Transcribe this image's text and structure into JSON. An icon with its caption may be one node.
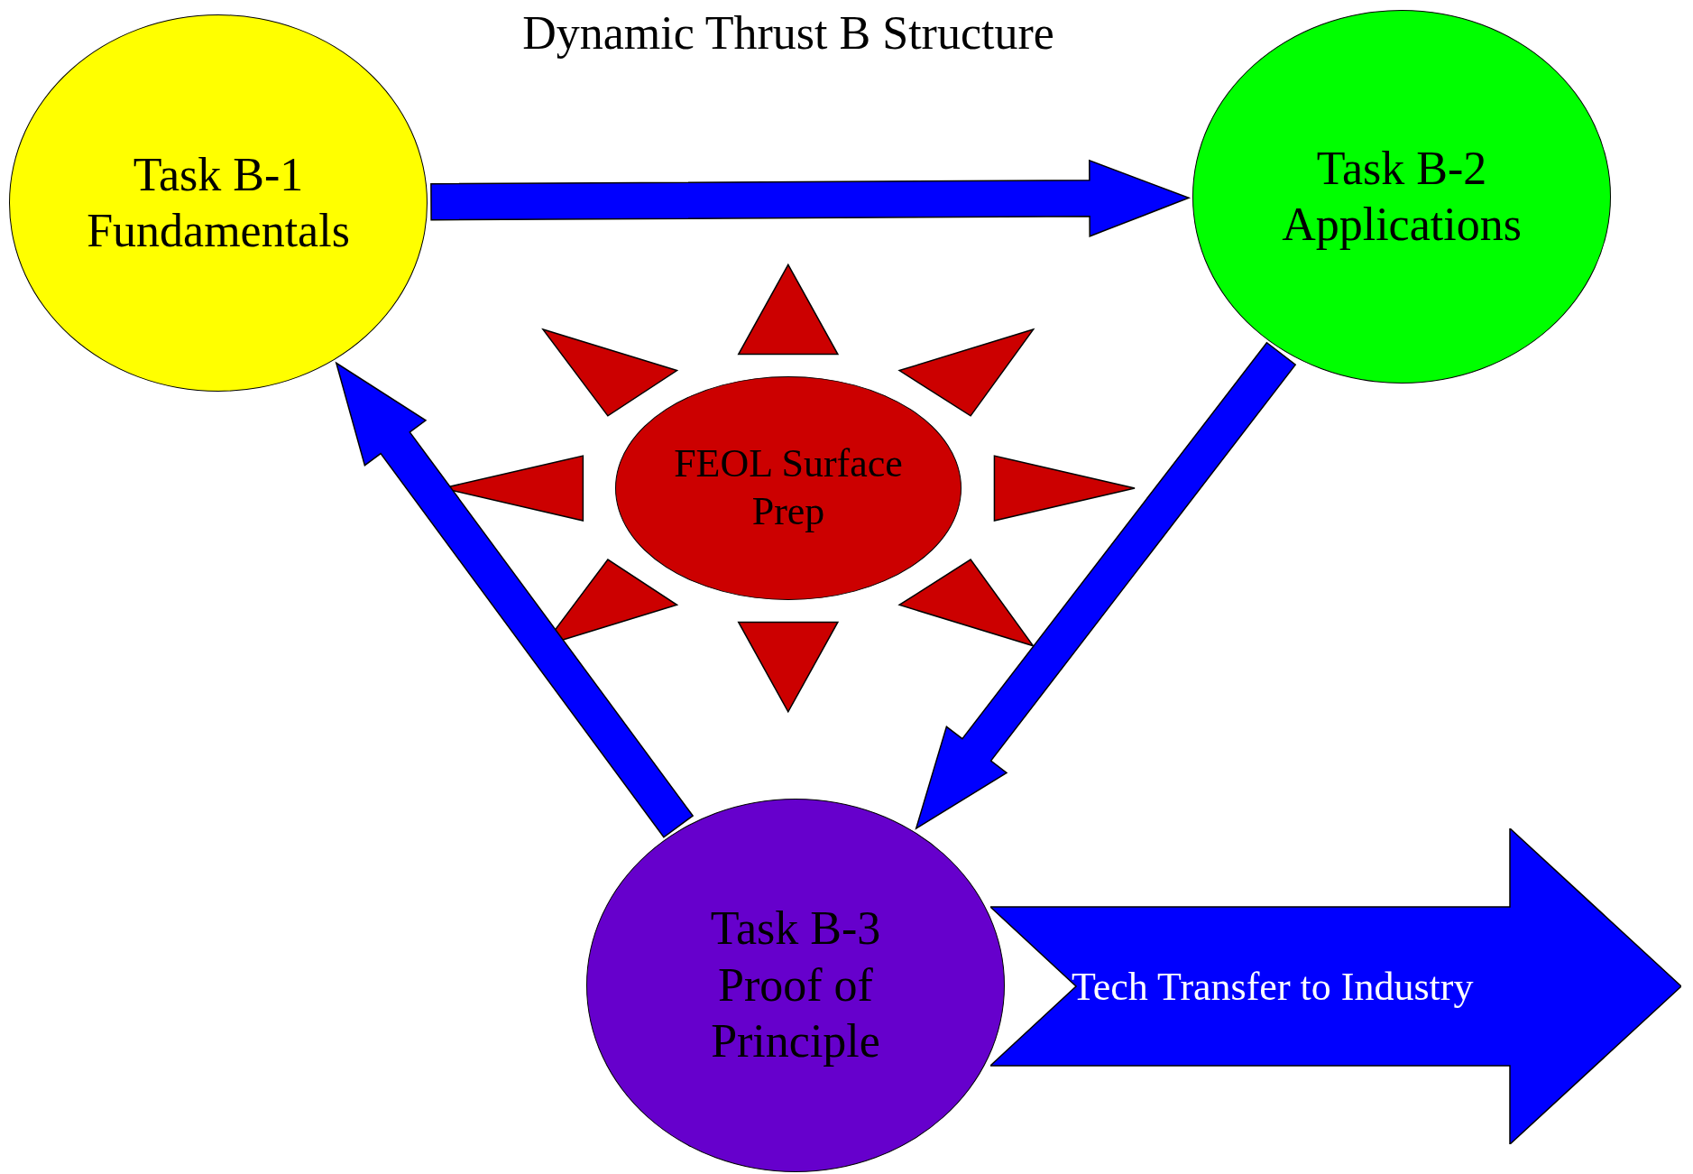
{
  "diagram": {
    "title": "Dynamic Thrust B Structure",
    "nodes": [
      {
        "text": [
          "Task B-1 Fundamentals"
        ]
      },
      {
        "text": [
          "Task B-2 Applications"
        ]
      },
      {
        "text": [
          "FEOL Surface Prep"
        ]
      },
      {
        "text": [
          "Task B-3 Proof of Principle"
        ]
      },
      {
        "text": [
          "Tech Transfer to Industry"
        ]
      }
    ],
    "edges": [
      {
        "from": 0,
        "to": 1,
        "arrow": "to"
      },
      {
        "from": 1,
        "to": 3,
        "arrow": "to"
      },
      {
        "from": 3,
        "to": 0,
        "arrow": "to"
      }
    ]
  }
}
